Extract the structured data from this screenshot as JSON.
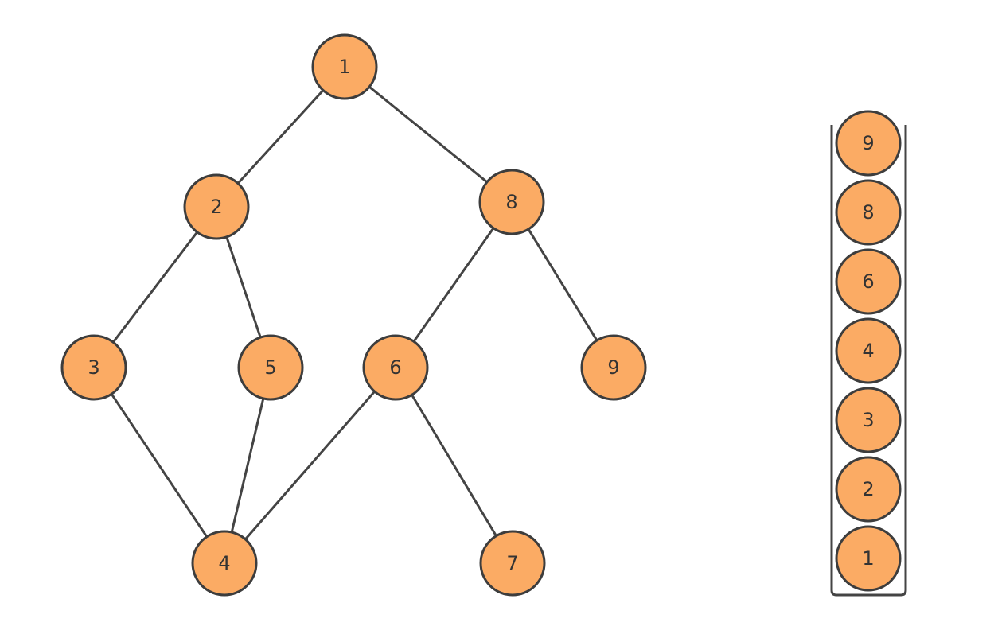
{
  "colors": {
    "node_fill": "#fbab64",
    "node_stroke": "#3d3d3d",
    "edge": "#444444",
    "text": "#333333"
  },
  "graph": {
    "nodes": [
      {
        "id": "n1",
        "label": "1"
      },
      {
        "id": "n2",
        "label": "2"
      },
      {
        "id": "n8",
        "label": "8"
      },
      {
        "id": "n3",
        "label": "3"
      },
      {
        "id": "n5",
        "label": "5"
      },
      {
        "id": "n6",
        "label": "6"
      },
      {
        "id": "n9",
        "label": "9"
      },
      {
        "id": "n4",
        "label": "4"
      },
      {
        "id": "n7",
        "label": "7"
      }
    ],
    "edges": [
      {
        "from": "n1",
        "to": "n2"
      },
      {
        "from": "n1",
        "to": "n8"
      },
      {
        "from": "n2",
        "to": "n3"
      },
      {
        "from": "n2",
        "to": "n5"
      },
      {
        "from": "n8",
        "to": "n6"
      },
      {
        "from": "n8",
        "to": "n9"
      },
      {
        "from": "n3",
        "to": "n4"
      },
      {
        "from": "n5",
        "to": "n4"
      },
      {
        "from": "n6",
        "to": "n4"
      },
      {
        "from": "n6",
        "to": "n7"
      }
    ]
  },
  "stack": {
    "items_top_to_bottom": [
      "9",
      "8",
      "6",
      "4",
      "3",
      "2",
      "1"
    ]
  }
}
